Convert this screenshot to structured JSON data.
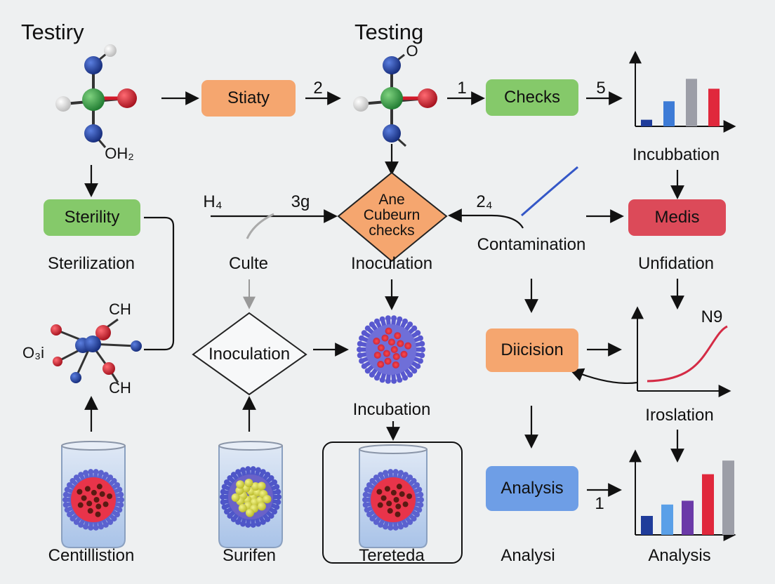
{
  "labels": {
    "title_left": "Testiry",
    "title_mid": "Testing",
    "mol1_o": "O",
    "mol1_oh2": "OH₂",
    "num_2": "2",
    "num_1": "1",
    "num_5": "5",
    "incubbation": "Incubbation",
    "h4": "H₄",
    "n3g": "3g",
    "n24": "2₄",
    "sterilization": "Sterilization",
    "culte": "Culte",
    "inoculation_mid": "Inoculation",
    "contamination": "Contamination",
    "unfidation": "Unfidation",
    "ch_top": "CH",
    "ch_bottom": "CH",
    "o_left": "O₃i",
    "n9": "N9",
    "incubation": "Incubation",
    "iroslation": "Iroslation",
    "num_1_bottom": "1",
    "centillistion": "Centillistion",
    "surifen": "Surifen",
    "tereteda": "Tereteda",
    "analysi": "Analysi",
    "analysis_bottom": "Analysis"
  },
  "boxes": {
    "stiaty": "Stiaty",
    "checks": "Checks",
    "sterility": "Sterility",
    "medis": "Medis",
    "diicision": "Diicision",
    "analysis": "Analysis"
  },
  "diamonds": {
    "center": [
      "Ane",
      "Cubeurn",
      "checks"
    ],
    "inoculation": "Inoculation"
  },
  "colors": {
    "orange": "#f5a66f",
    "green": "#85c96a",
    "red": "#dc4a59",
    "blue": "#6e9ee6",
    "navy": "#1f3c9a",
    "atom_green": "#3aa24a",
    "atom_red": "#d11a2a"
  },
  "charts": {
    "top_right": {
      "type": "bar",
      "values": [
        10,
        38,
        72,
        57
      ],
      "colors": [
        "#1f3c9a",
        "#3d7bd6",
        "#9c9ea7",
        "#e0283c"
      ]
    },
    "middle_right": {
      "type": "line",
      "curve": "sigmoid"
    },
    "bottom_right": {
      "type": "bar",
      "values": [
        25,
        40,
        45,
        80,
        98
      ],
      "colors": [
        "#1f3c9a",
        "#5aa0e8",
        "#6b3aa8",
        "#e0283c",
        "#9c9ea7"
      ]
    }
  }
}
